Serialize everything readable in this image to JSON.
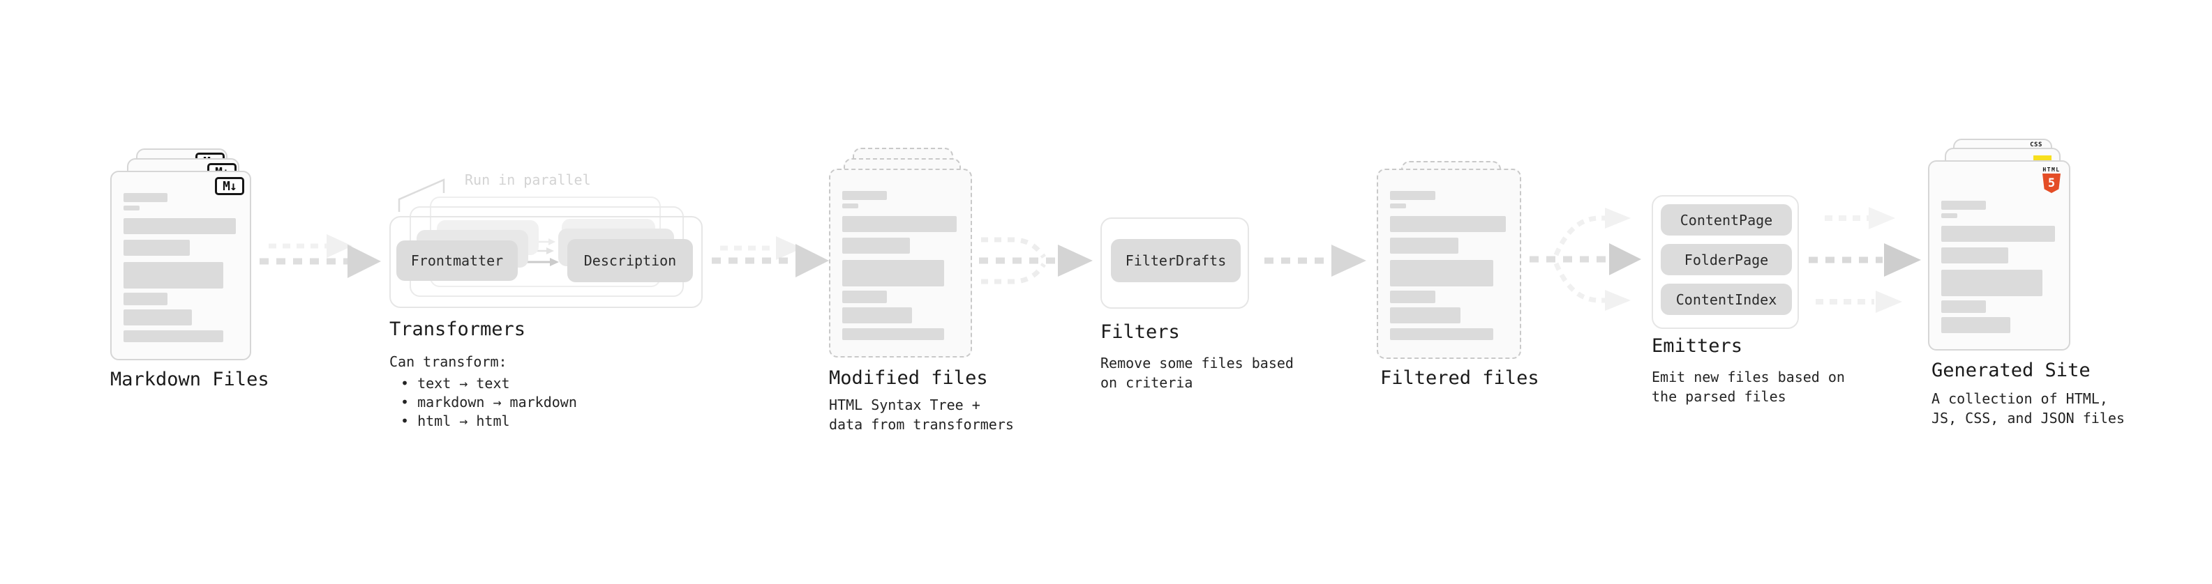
{
  "stages": {
    "markdown_files": {
      "label": "Markdown Files",
      "file_icon": "M↓"
    },
    "transformers": {
      "title": "Transformers",
      "parallel_note": "Run in parallel",
      "input_node": "Frontmatter",
      "output_node": "Description",
      "desc_heading": "Can transform:",
      "bullets": [
        "• text → text",
        "• markdown → markdown",
        "• html → html"
      ]
    },
    "modified_files": {
      "label": "Modified files",
      "desc": "HTML Syntax Tree +\ndata from transformers"
    },
    "filters": {
      "title": "Filters",
      "node": "FilterDrafts",
      "desc": "Remove some files based\non criteria"
    },
    "filtered_files": {
      "label": "Filtered files"
    },
    "emitters": {
      "title": "Emitters",
      "nodes": [
        "ContentPage",
        "FolderPage",
        "ContentIndex"
      ],
      "desc": "Emit new files based on\nthe parsed files"
    },
    "generated_site": {
      "label": "Generated Site",
      "desc": "A collection of HTML,\nJS, CSS, and JSON files",
      "css_icon_word": "CSS",
      "html_icon_word": "HTML",
      "html_icon_number": "5"
    }
  },
  "colors": {
    "html5_orange": "#e44d26",
    "js_yellow": "#f7df1e",
    "css_blue": "#2f6bf2",
    "node_gray": "#dcdcdc",
    "bar_gray": "#dbdbdb"
  }
}
